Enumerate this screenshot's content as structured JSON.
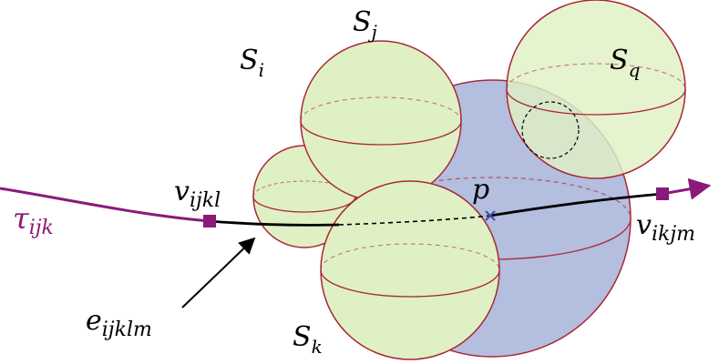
{
  "colors": {
    "small_sphere_fill": "#dff0c4",
    "small_sphere_stroke": "#a82838",
    "large_sphere_fill": "#b4bedf",
    "curve": "#8a1a7a",
    "edge": "#000000"
  },
  "labels": {
    "S_i": {
      "base": "S",
      "sub": "i"
    },
    "S_j": {
      "base": "S",
      "sub": "j"
    },
    "S_k": {
      "base": "S",
      "sub": "k"
    },
    "S_q": {
      "base": "S",
      "sub": "q"
    },
    "p": {
      "base": "p"
    },
    "v_ijkl": {
      "base": "v",
      "sub": "ijkl"
    },
    "v_ikjm": {
      "base": "v",
      "sub": "ikjm"
    },
    "tau_ijk": {
      "base": "τ",
      "sub": "ijk"
    },
    "e_ijklm": {
      "base": "e",
      "sub": "ijklm"
    }
  }
}
